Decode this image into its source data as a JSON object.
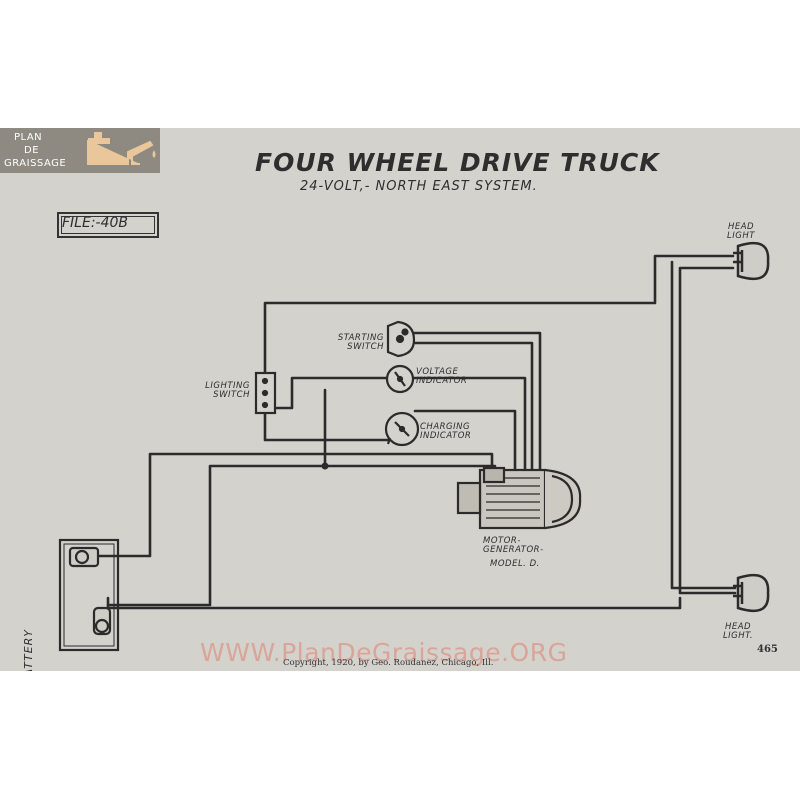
{
  "title": "FOUR WHEEL DRIVE TRUCK",
  "subtitle": "24-VOLT,- NORTH EAST SYSTEM.",
  "file_label": "FILE:-40B",
  "components": {
    "head_light_top": "HEAD LIGHT",
    "head_light_bottom": "HEAD LIGHT.",
    "starting_switch": "STARTING SWITCH",
    "lighting_switch": "LIGHTING SWITCH",
    "voltage_indicator": "VOLTAGE INDICATOR",
    "charging_indicator": "CHARGING INDICATOR",
    "motor_generator": "MOTOR-GENERATOR-",
    "model": "MODEL. D.",
    "battery": "BATTERY"
  },
  "logo": {
    "line1": "PLAN",
    "line2": "DE",
    "line3": "GRAISSAGE"
  },
  "copyright": "Copyright, 1920, by Geo. Roudanez, Chicago, Ill.",
  "page_number": "465",
  "watermark": "WWW.PlanDeGraissage.ORG",
  "colors": {
    "paper": "#d4d2cd",
    "ink": "#2e2e2e",
    "logo_bg": "#8e8a82",
    "logo_can": "#e9c79a",
    "watermark": "#de7864"
  }
}
